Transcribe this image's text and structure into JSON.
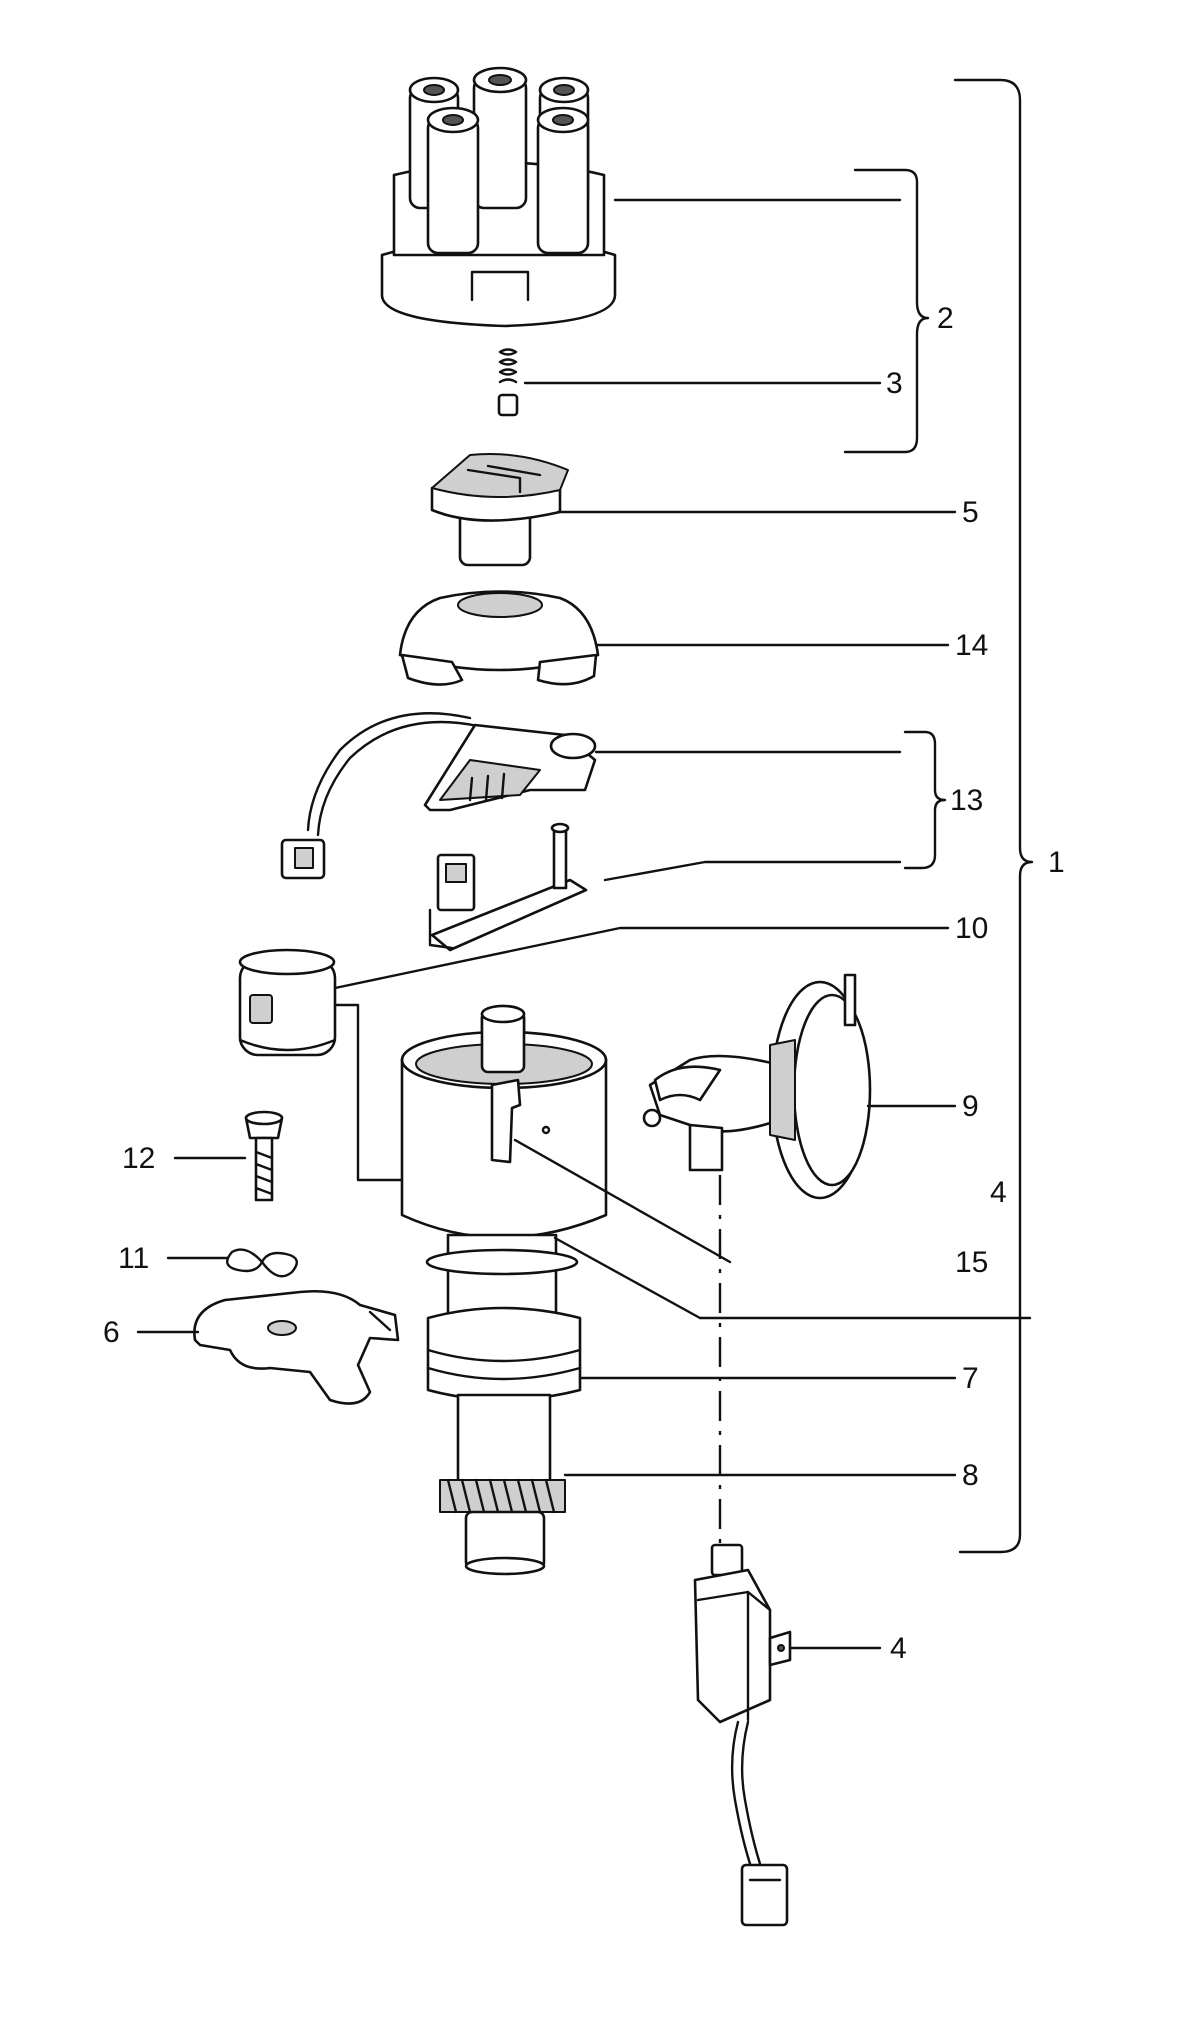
{
  "callouts": {
    "c1": "1",
    "c2": "2",
    "c3": "3",
    "c4_upper": "4",
    "c4_lower": "4",
    "c5": "5",
    "c6": "6",
    "c7": "7",
    "c8": "8",
    "c9": "9",
    "c10": "10",
    "c11": "11",
    "c12": "12",
    "c13": "13",
    "c14": "14",
    "c15": "15"
  }
}
